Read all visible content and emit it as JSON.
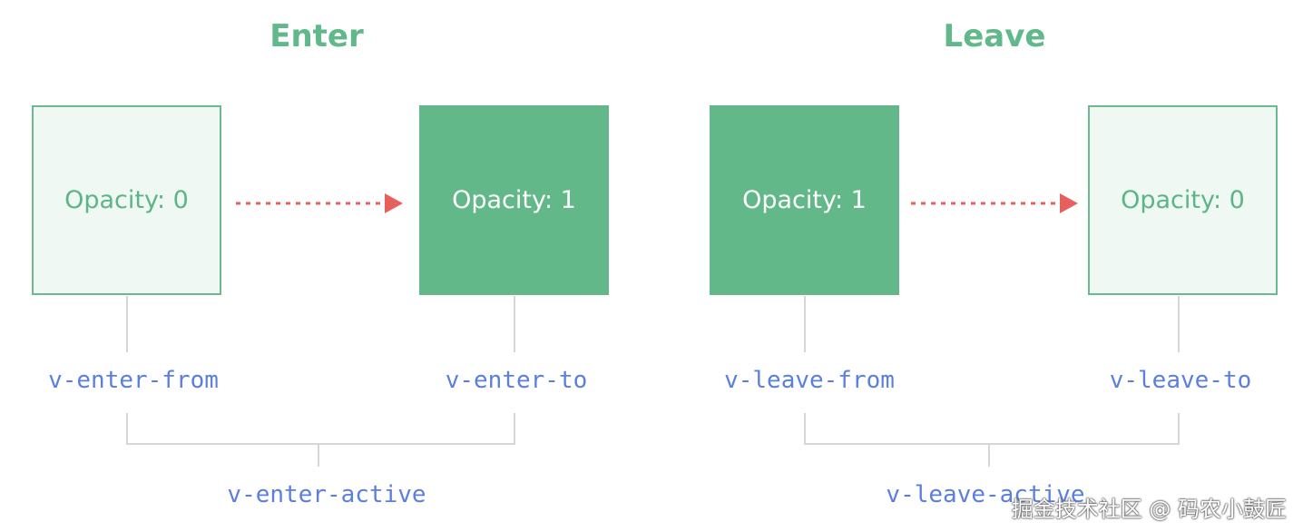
{
  "enter": {
    "title": "Enter",
    "from_box": "Opacity: 0",
    "to_box": "Opacity: 1",
    "from_class": "v-enter-from",
    "to_class": "v-enter-to",
    "active_class": "v-enter-active"
  },
  "leave": {
    "title": "Leave",
    "from_box": "Opacity: 1",
    "to_box": "Opacity: 0",
    "from_class": "v-leave-from",
    "to_class": "v-leave-to",
    "active_class": "v-leave-active"
  },
  "watermark": "掘金技术社区 @ 码农小鼓匠",
  "colors": {
    "title_green": "#61b88a",
    "box_solid": "#62b888",
    "box_light_bg": "#eff8f3",
    "arrow_red": "#e8605c",
    "code_blue": "#5a7fe0",
    "connector_gray": "#d6d6d6"
  }
}
